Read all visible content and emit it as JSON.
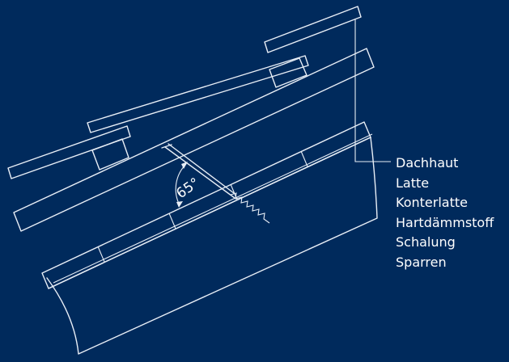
{
  "diagram": {
    "angle_label": "65°",
    "layers": [
      "Dachhaut",
      "Latte",
      "Konterlatte",
      "Hartdämmstoff",
      "Schalung",
      "Sparren"
    ]
  },
  "colors": {
    "background": "#002a5c",
    "line": "#e8eef6",
    "text": "#ffffff"
  }
}
